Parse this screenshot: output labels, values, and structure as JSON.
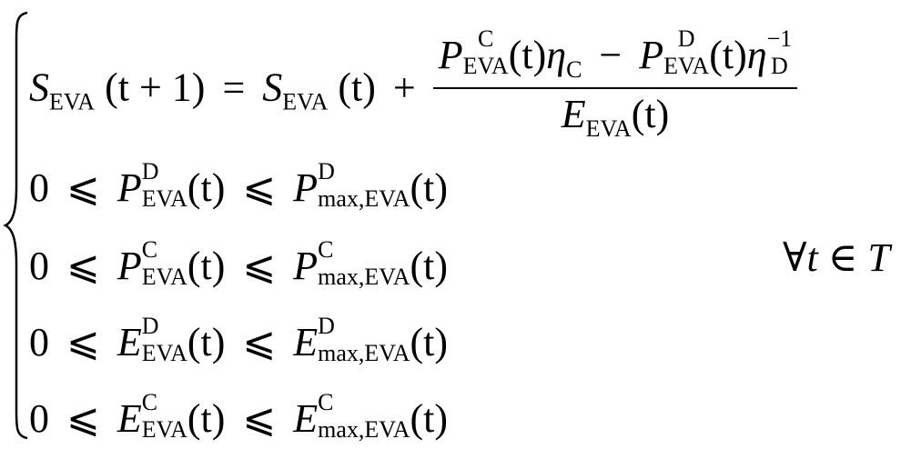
{
  "equation": {
    "row1": {
      "S": "S",
      "sub_EVA": "EVA",
      "arg_t_plus_1": "(t + 1)",
      "eq": "=",
      "S2": "S",
      "sub_EVA2": "EVA",
      "arg_t": "(t)",
      "plus": "+",
      "num": {
        "P1": "P",
        "P1_sup": "C",
        "P1_sub": "EVA",
        "t1": "(t)",
        "eta1": "η",
        "eta1_sub": "C",
        "minus": "−",
        "P2": "P",
        "P2_sup": "D",
        "P2_sub": "EVA",
        "t2": "(t)",
        "eta2": "η",
        "eta2_sup": "−1",
        "eta2_sub": "D"
      },
      "den": {
        "E": "E",
        "E_sub": "EVA",
        "t": "(t)"
      }
    },
    "row2": {
      "zero": "0",
      "le1": "⩽",
      "P": "P",
      "sup": "D",
      "sub": "EVA",
      "t": "(t)",
      "le2": "⩽",
      "P2": "P",
      "sup2": "D",
      "sub2": "max,EVA",
      "t2": "(t)"
    },
    "row3": {
      "zero": "0",
      "le1": "⩽",
      "P": "P",
      "sup": "C",
      "sub": "EVA",
      "t": "(t)",
      "le2": "⩽",
      "P2": "P",
      "sup2": "C",
      "sub2": "max,EVA",
      "t2": "(t)"
    },
    "row4": {
      "zero": "0",
      "le1": "⩽",
      "E": "E",
      "sup": "D",
      "sub": "EVA",
      "t": "(t)",
      "le2": "⩽",
      "E2": "E",
      "sup2": "D",
      "sub2": "max,EVA",
      "t2": "(t)"
    },
    "row5": {
      "zero": "0",
      "le1": "⩽",
      "E": "E",
      "sup": "C",
      "sub": "EVA",
      "t": "(t)",
      "le2": "⩽",
      "E2": "E",
      "sup2": "C",
      "sub2": "max,EVA",
      "t2": "(t)"
    },
    "quantifier": "∀t ∈ T"
  }
}
